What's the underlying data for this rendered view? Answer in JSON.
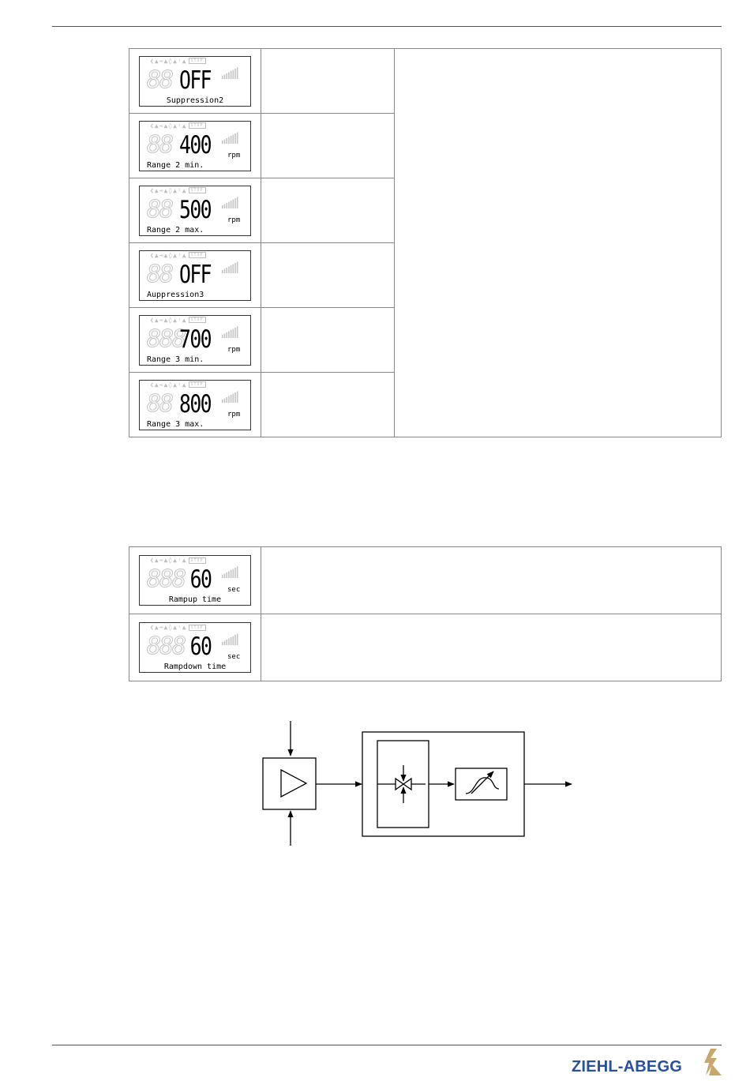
{
  "parameters_group1": [
    {
      "value": "OFF",
      "ghost": "88",
      "unit": "",
      "label": "Suppression2",
      "label_center": true
    },
    {
      "value": "400",
      "ghost": "88",
      "unit": "rpm",
      "label": "Range 2 min.",
      "label_center": false
    },
    {
      "value": "500",
      "ghost": "88",
      "unit": "rpm",
      "label": "Range 2 max.",
      "label_center": false
    },
    {
      "value": "OFF",
      "ghost": "88",
      "unit": "",
      "label": "Auppression3",
      "label_center": false
    },
    {
      "value": "700",
      "ghost": "888",
      "unit": "rpm",
      "label": "Range 3 min.",
      "label_center": false
    },
    {
      "value": "800",
      "ghost": "88",
      "unit": "rpm",
      "label": "Range 3 max.",
      "label_center": false
    }
  ],
  "parameters_group2": [
    {
      "value": "60",
      "ghost": "888",
      "unit": "sec",
      "label": "Rampup time",
      "label_center": true
    },
    {
      "value": "60",
      "ghost": "888",
      "unit": "sec",
      "label": "Rampdown time",
      "label_center": true
    }
  ],
  "lcd_symbols": "❮▲⊸▲◊▲ⁱ▲",
  "lcd_symbol_box": "STOP",
  "brand": {
    "name": "ZIEHL-ABEGG",
    "color": "#2a4f9c",
    "accent": "#c8a86a"
  }
}
